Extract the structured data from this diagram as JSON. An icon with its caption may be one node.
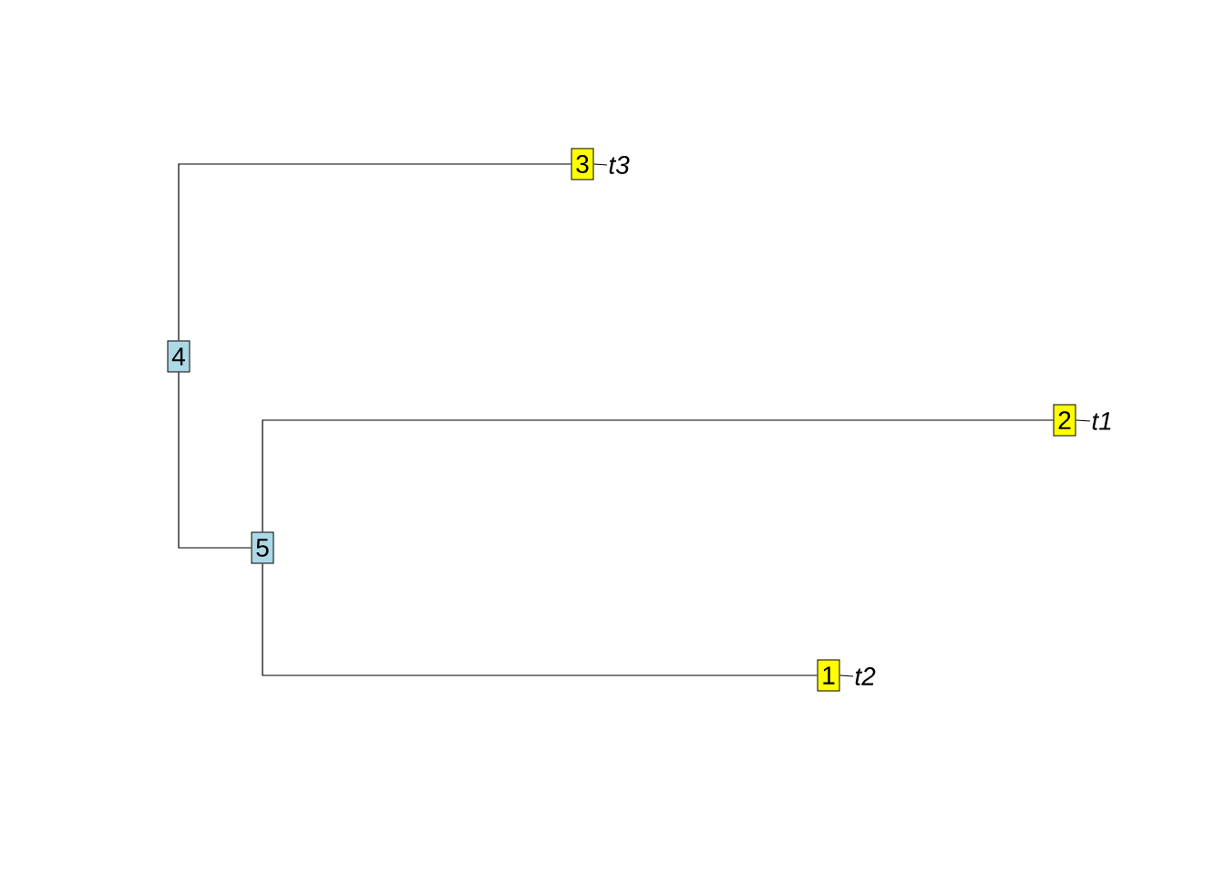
{
  "diagram": {
    "nodes": [
      {
        "text": [
          "4"
        ]
      },
      {
        "text": [
          "3"
        ]
      },
      {
        "text": [
          "t3"
        ]
      },
      {
        "text": [
          "5"
        ]
      },
      {
        "text": [
          "2"
        ]
      },
      {
        "text": [
          "t1"
        ]
      },
      {
        "text": [
          "1"
        ]
      },
      {
        "text": [
          "t2"
        ]
      }
    ],
    "edges": [
      {
        "from": 0,
        "to": 1,
        "arrow": "none"
      },
      {
        "from": 0,
        "to": 3,
        "arrow": "none"
      },
      {
        "from": 1,
        "to": 2,
        "arrow": "none"
      },
      {
        "from": 3,
        "to": 4,
        "arrow": "none"
      },
      {
        "from": 3,
        "to": 6,
        "arrow": "none"
      },
      {
        "from": 4,
        "to": 5,
        "arrow": "none"
      },
      {
        "from": 6,
        "to": 7,
        "arrow": "none"
      }
    ]
  }
}
